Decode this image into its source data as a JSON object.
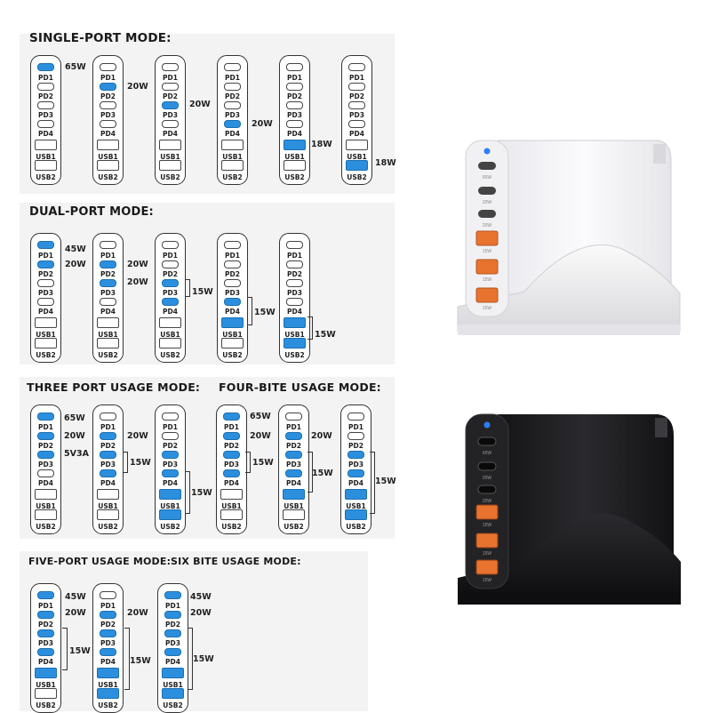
{
  "titles": {
    "single": "SINGLE-PORT MODE:",
    "dual": "DUAL-PORT MODE:",
    "three": "THREE PORT USAGE MODE:",
    "four": "FOUR-BITE USAGE MODE:",
    "five": "FIVE-PORT USAGE MODE:",
    "six": "SIX BITE USAGE MODE:"
  },
  "ports": [
    "PD1",
    "PD2",
    "PD3",
    "PD4",
    "USB1",
    "USB2"
  ],
  "annotations": {
    "w65": "65W",
    "w45": "45W",
    "w20": "20W",
    "w18": "18W",
    "w15": "15W",
    "v5a3": "5V3A"
  },
  "device_labels": {
    "c1": "65W",
    "c2": "20W",
    "c3": "20W",
    "a": "15W"
  },
  "colors": {
    "active_port": "#2b8fde",
    "white_body": "#f4f4f6",
    "black_body": "#1b1b1d",
    "usb_a_orange": "#e8732f",
    "led": "#2f7cff"
  },
  "diagrams": [
    {
      "group": "single",
      "active": [
        1,
        0,
        0,
        0,
        0,
        0
      ]
    },
    {
      "group": "single",
      "active": [
        0,
        1,
        0,
        0,
        0,
        0
      ]
    },
    {
      "group": "single",
      "active": [
        0,
        0,
        1,
        0,
        0,
        0
      ]
    },
    {
      "group": "single",
      "active": [
        0,
        0,
        0,
        1,
        0,
        0
      ]
    },
    {
      "group": "single",
      "active": [
        0,
        0,
        0,
        0,
        1,
        0
      ]
    },
    {
      "group": "single",
      "active": [
        0,
        0,
        0,
        0,
        0,
        1
      ]
    },
    {
      "group": "dual",
      "active": [
        1,
        1,
        0,
        0,
        0,
        0
      ]
    },
    {
      "group": "dual",
      "active": [
        0,
        1,
        1,
        0,
        0,
        0
      ]
    },
    {
      "group": "dual",
      "active": [
        0,
        0,
        1,
        1,
        0,
        0
      ]
    },
    {
      "group": "dual",
      "active": [
        0,
        0,
        0,
        1,
        1,
        0
      ]
    },
    {
      "group": "dual",
      "active": [
        0,
        0,
        0,
        0,
        1,
        1
      ]
    },
    {
      "group": "three",
      "active": [
        1,
        1,
        1,
        0,
        0,
        0
      ]
    },
    {
      "group": "three",
      "active": [
        0,
        1,
        1,
        1,
        0,
        0
      ]
    },
    {
      "group": "three",
      "active": [
        0,
        0,
        1,
        1,
        1,
        1
      ]
    },
    {
      "group": "four",
      "active": [
        1,
        1,
        1,
        1,
        0,
        0
      ]
    },
    {
      "group": "four",
      "active": [
        0,
        1,
        1,
        1,
        1,
        0
      ]
    },
    {
      "group": "four",
      "active": [
        0,
        0,
        1,
        1,
        1,
        1
      ]
    },
    {
      "group": "five",
      "active": [
        1,
        1,
        1,
        1,
        1,
        0
      ]
    },
    {
      "group": "five",
      "active": [
        0,
        1,
        1,
        1,
        1,
        1
      ]
    },
    {
      "group": "six",
      "active": [
        1,
        1,
        1,
        1,
        1,
        1
      ]
    }
  ]
}
